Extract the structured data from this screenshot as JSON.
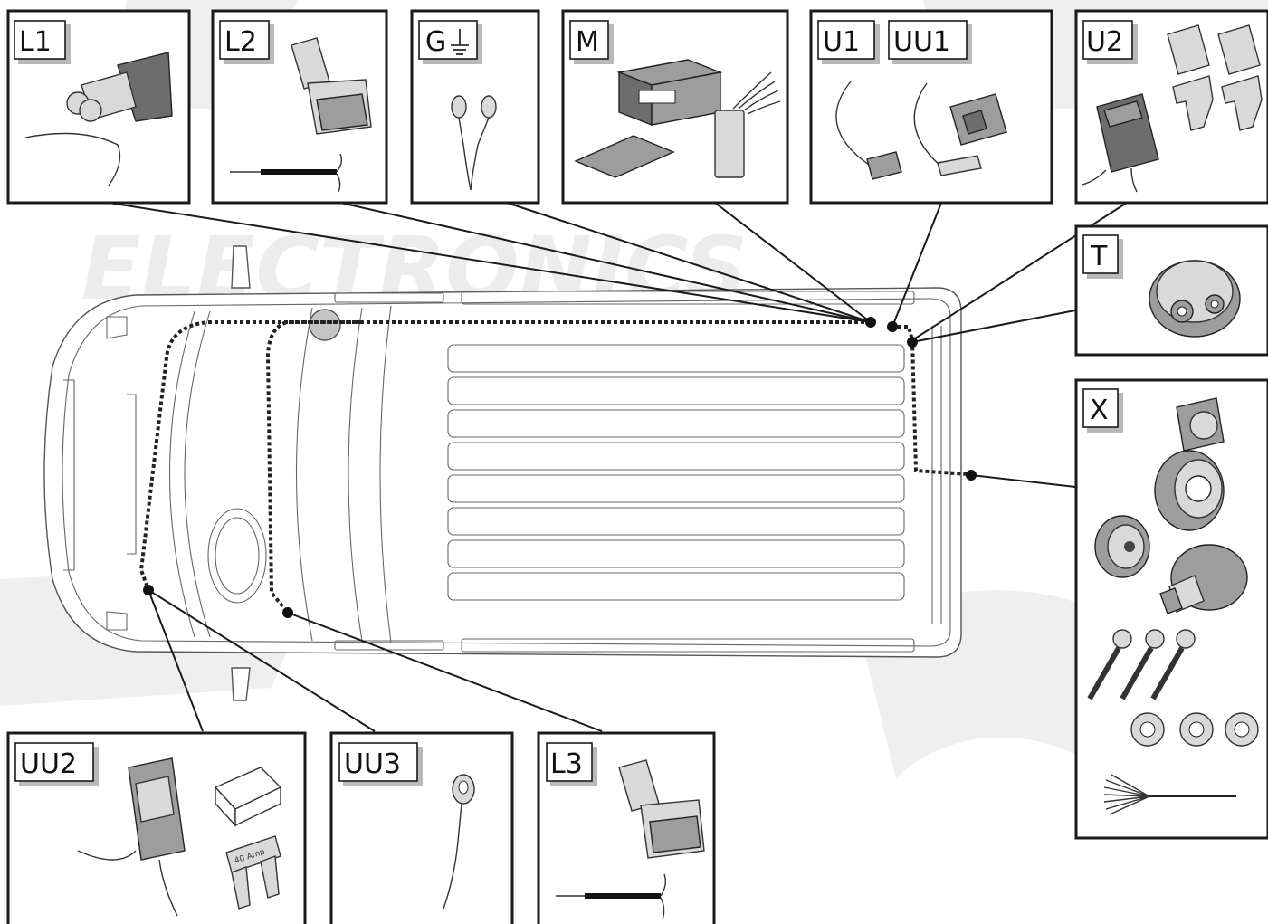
{
  "diagram": {
    "panels": [
      {
        "id": "L1",
        "labels": [
          "L1"
        ]
      },
      {
        "id": "L2",
        "labels": [
          "L2"
        ]
      },
      {
        "id": "G",
        "labels": [
          "G"
        ]
      },
      {
        "id": "M",
        "labels": [
          "M"
        ]
      },
      {
        "id": "U1",
        "labels": [
          "U1",
          "UU1"
        ]
      },
      {
        "id": "U2",
        "labels": [
          "U2"
        ]
      },
      {
        "id": "T",
        "labels": [
          "T"
        ]
      },
      {
        "id": "X",
        "labels": [
          "X"
        ]
      },
      {
        "id": "UU2",
        "labels": [
          "UU2"
        ]
      },
      {
        "id": "UU3",
        "labels": [
          "UU3"
        ]
      },
      {
        "id": "L3",
        "labels": [
          "L3"
        ]
      }
    ],
    "fuse_label": "40 Amp",
    "watermark": "ELECTRONICS"
  }
}
